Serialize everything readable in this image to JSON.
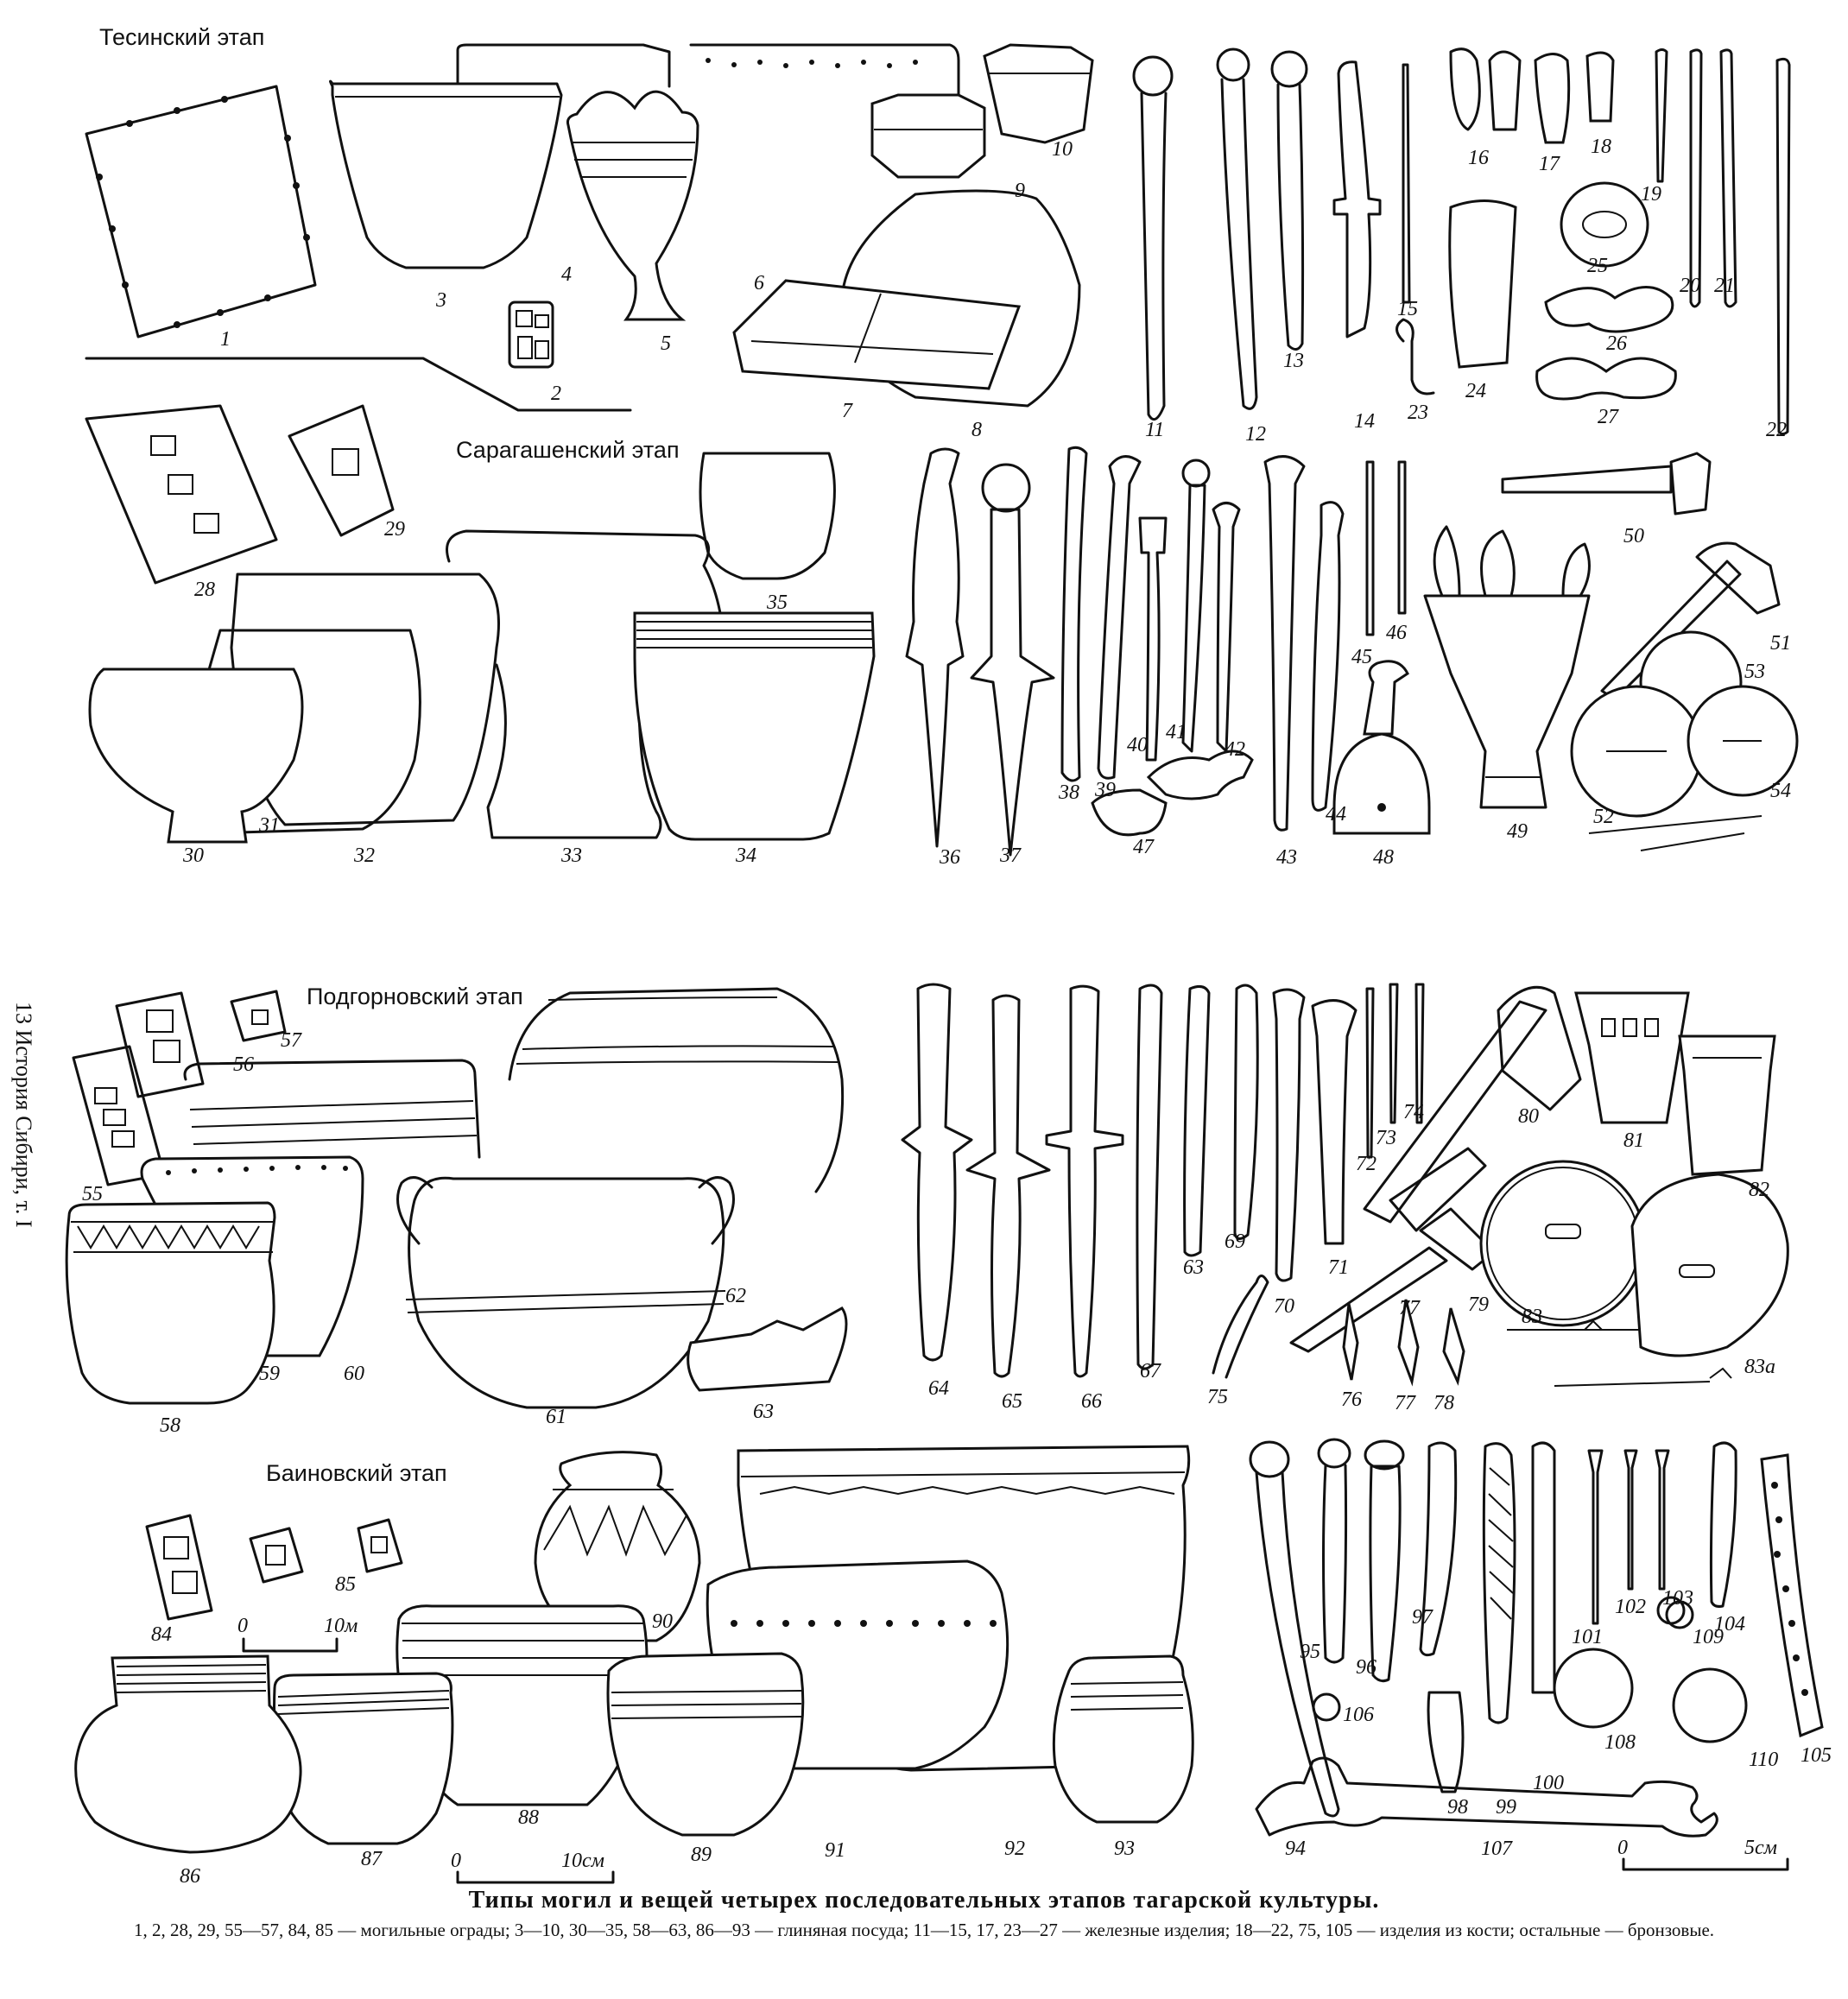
{
  "stages": {
    "tesinsky": "Тесинский этап",
    "saragashensky": "Сарагашенский этап",
    "podgornovsky": "Подгорновский этап",
    "bainovsky": "Баиновский этап"
  },
  "side_text": "13 История Сибири, т. I",
  "scales": {
    "grave": {
      "zero": "0",
      "end": "10м"
    },
    "pottery": {
      "zero": "0",
      "end": "10см"
    },
    "items": {
      "zero": "0",
      "end": "5см"
    }
  },
  "numbers": {
    "n1": "1",
    "n2": "2",
    "n3": "3",
    "n4": "4",
    "n5": "5",
    "n6": "6",
    "n7": "7",
    "n8": "8",
    "n9": "9",
    "n10": "10",
    "n11": "11",
    "n12": "12",
    "n13": "13",
    "n14": "14",
    "n15": "15",
    "n16": "16",
    "n17": "17",
    "n18": "18",
    "n19": "19",
    "n20": "20",
    "n21": "21",
    "n22": "22",
    "n23": "23",
    "n24": "24",
    "n25": "25",
    "n26": "26",
    "n27": "27",
    "n28": "28",
    "n29": "29",
    "n30": "30",
    "n31": "31",
    "n32": "32",
    "n33": "33",
    "n34": "34",
    "n35": "35",
    "n36": "36",
    "n37": "37",
    "n38": "38",
    "n39": "39",
    "n40": "40",
    "n41": "41",
    "n42": "42",
    "n43": "43",
    "n44": "44",
    "n45": "45",
    "n46": "46",
    "n47": "47",
    "n48": "48",
    "n49": "49",
    "n50": "50",
    "n51": "51",
    "n52": "52",
    "n53": "53",
    "n54": "54",
    "n55": "55",
    "n56": "56",
    "n57": "57",
    "n58": "58",
    "n59": "59",
    "n60": "60",
    "n61": "61",
    "n62": "62",
    "n63": "63",
    "n63b": "63",
    "n64": "64",
    "n65": "65",
    "n66": "66",
    "n67": "67",
    "n69": "69",
    "n70": "70",
    "n71": "71",
    "n72": "72",
    "n73": "73",
    "n74": "74",
    "n75": "75",
    "n76": "76",
    "n77": "77",
    "n77b": "77",
    "n78": "78",
    "n79": "79",
    "n80": "80",
    "n81": "81",
    "n82": "82",
    "n83": "83",
    "n83a": "83а",
    "n84": "84",
    "n85": "85",
    "n86": "86",
    "n87": "87",
    "n88": "88",
    "n89": "89",
    "n90": "90",
    "n91": "91",
    "n92": "92",
    "n93": "93",
    "n94": "94",
    "n95": "95",
    "n96": "96",
    "n97": "97",
    "n98": "98",
    "n99": "99",
    "n100": "100",
    "n101": "101",
    "n102": "102",
    "n103": "103",
    "n104": "104",
    "n105": "105",
    "n106": "106",
    "n107": "107",
    "n108": "108",
    "n109": "109",
    "n110": "110"
  },
  "caption": {
    "title": "Типы могил и вещей четырех последовательных этапов тагарской культуры.",
    "body": "1, 2, 28, 29, 55—57, 84, 85 — могильные ограды; 3—10, 30—35, 58—63, 86—93 — глиняная посуда; 11—15, 17, 23—27 — железные изделия; 18—22, 75, 105 — изделия из кости; остальные — бронзовые."
  }
}
